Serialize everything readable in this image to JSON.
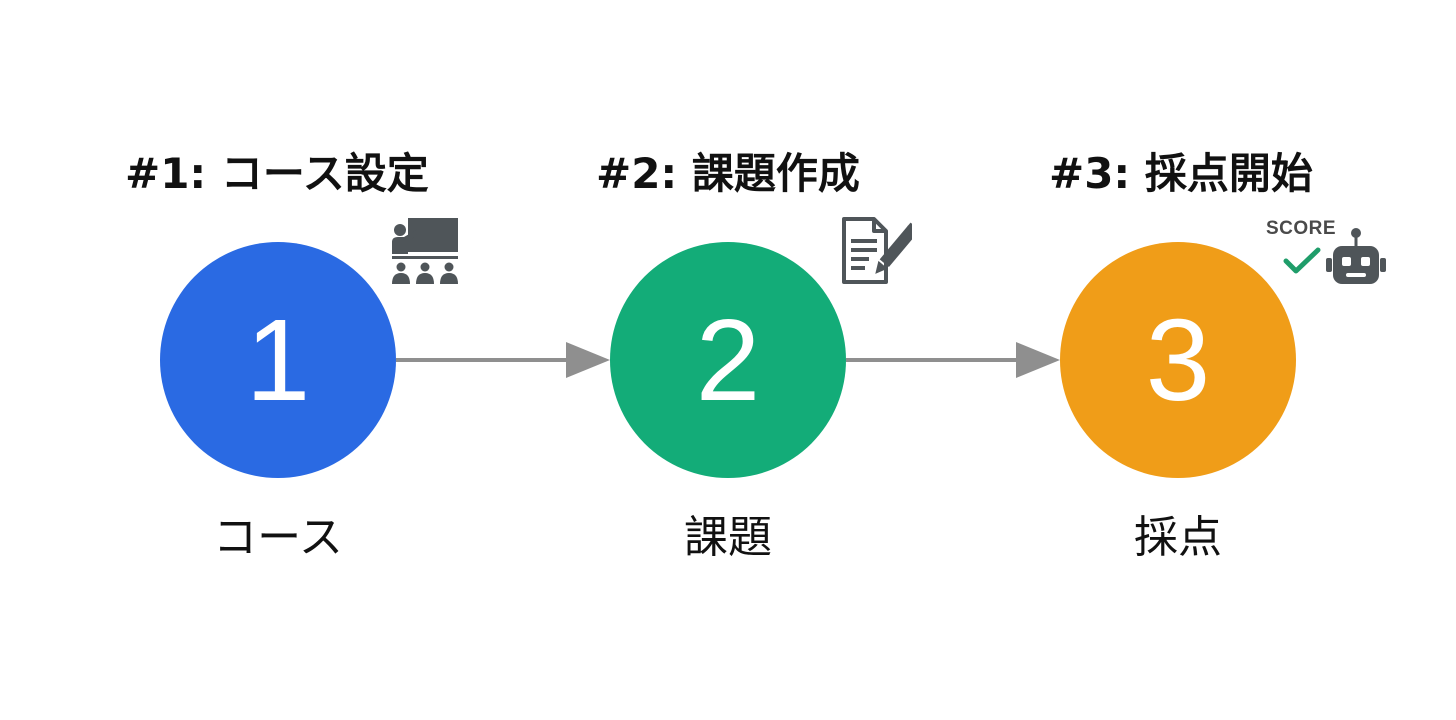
{
  "steps": [
    {
      "title": "#1: コース設定",
      "number": "1",
      "label": "コース",
      "color": "#2a6ae3",
      "icon": "teacher-presentation-icon"
    },
    {
      "title": "#2: 課題作成",
      "number": "2",
      "label": "課題",
      "color": "#13ac78",
      "icon": "document-edit-icon"
    },
    {
      "title": "#3: 採点開始",
      "number": "3",
      "label": "採点",
      "color": "#f09d18",
      "icon": "robot-icon"
    }
  ],
  "score_badge": {
    "text": "SCORE",
    "check_color": "#1f9d6a"
  },
  "arrow_color": "#8f8f8f",
  "icon_color": "#4f5559"
}
